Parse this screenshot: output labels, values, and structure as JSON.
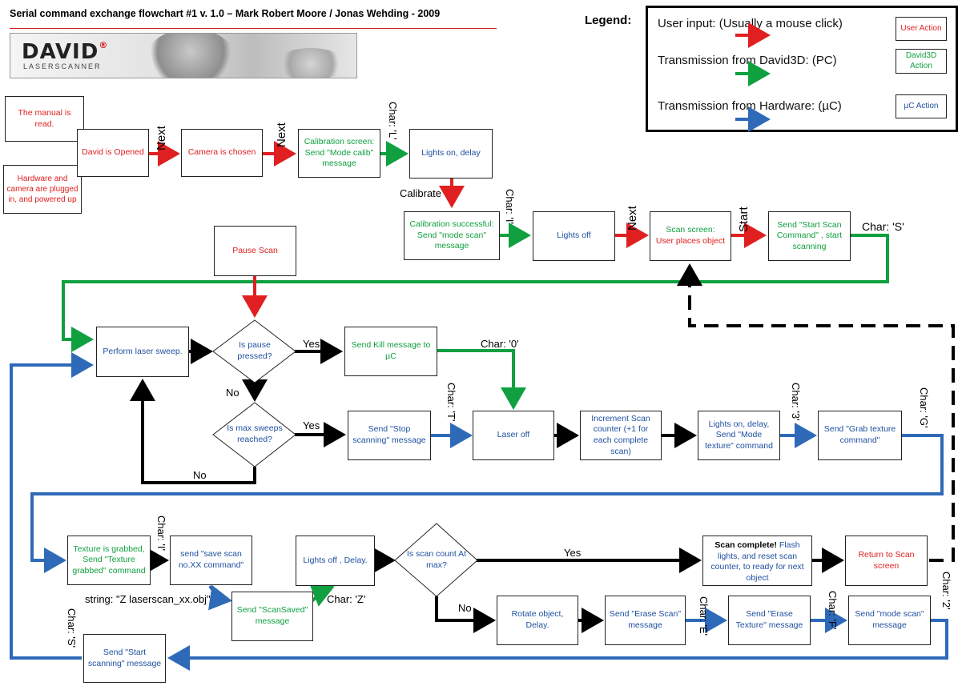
{
  "header": {
    "title": "Serial command exchange flowchart #1 v. 1.0 – Mark Robert Moore / Jonas Wehding - 2009",
    "logo_text_a": "DAVID",
    "logo_trademark": "®",
    "logo_sub": "LASERSCANNER"
  },
  "legend": {
    "label": "Legend:",
    "user_input": "User input: (Usually a mouse click)",
    "pc": "Transmission from David3D: (PC)",
    "hw": "Transmission from Hardware: (µC)",
    "user_chip": "User Action",
    "pc_chip": "David3D Action",
    "hw_chip": "µC Action"
  },
  "colors": {
    "user": "#e02020",
    "pc": "#10a040",
    "hw": "#2e6ab8",
    "flow": "#000000"
  },
  "boxes": {
    "manual": "The manual is read.",
    "hardware": "Hardware and camera are plugged in, and powered up",
    "david_opened": "David is Opened",
    "camera": "Camera is chosen",
    "calib_screen": "Calibration screen: Send \"Mode calib\" message",
    "lights_on_delay": "Lights on, delay",
    "calib_success": "Calibration successful: Send \"mode scan\" message",
    "lights_off_1": "Lights off",
    "scan_screen_a": "Scan screen:",
    "scan_screen_b": "User places object",
    "send_start_scan": "Send \"Start Scan Command\" , start scanning",
    "pause_scan": "Pause Scan",
    "perform_sweep": "Perform laser sweep.",
    "pause_pressed": "Is pause pressed?",
    "send_kill": "Send Kill message to µC",
    "max_sweeps": "Is max sweeps reached?",
    "send_stop": "Send \"Stop scanning\" message",
    "laser_off": "Laser off",
    "increment": "Increment Scan counter (+1 for each complete scan)",
    "lights_on_texture": "Lights on, delay, Send \"Mode texture\" command",
    "grab_texture": "Send \"Grab texture command\"",
    "texture_grabbed": "Texture is grabbed, Send \"Texture grabbed\" command",
    "save_scan": "send \"save scan no.XX command\"",
    "scan_saved": "Send \"ScanSaved\" message",
    "lights_off_delay": "Lights off , Delay.",
    "scan_count": "Is scan count At max?",
    "scan_complete_bold": "Scan complete!",
    "scan_complete_rest": "Flash lights, and reset scan counter, to ready for next object",
    "return_scan": "Return to Scan screen",
    "rotate": "Rotate object, Delay.",
    "erase_scan": "Send \"Erase Scan\" message",
    "erase_texture": "Send \"Erase Texture\" message",
    "mode_scan": "Send \"mode scan\" message",
    "start_scanning": "Send \"Start scanning\" message"
  },
  "labels": {
    "next1": "Next",
    "next2": "Next",
    "char_l": "Char: 'L'",
    "calibrate": "Calibrate",
    "char_i": "Char: 'I'",
    "next3": "Next",
    "start": "Start",
    "char_s_top": "Char: 'S'",
    "yes1": "Yes",
    "char_0": "Char: '0'",
    "no1": "No",
    "yes2": "Yes",
    "char_t": "Char: 'T'",
    "no2": "No",
    "char_3": "Char: '3'",
    "char_g": "Char: 'G'",
    "char_i2": "Char: 'I'",
    "string": "string: \"Z laserscan_xx.obj\"",
    "char_z": "Char: 'Z'",
    "yes3": "Yes",
    "no3": "No",
    "char_e": "Char: 'E'",
    "char_f": "Char: 'F'",
    "char_2": "Char: '2'",
    "char_s_left": "Char: 'S'"
  }
}
